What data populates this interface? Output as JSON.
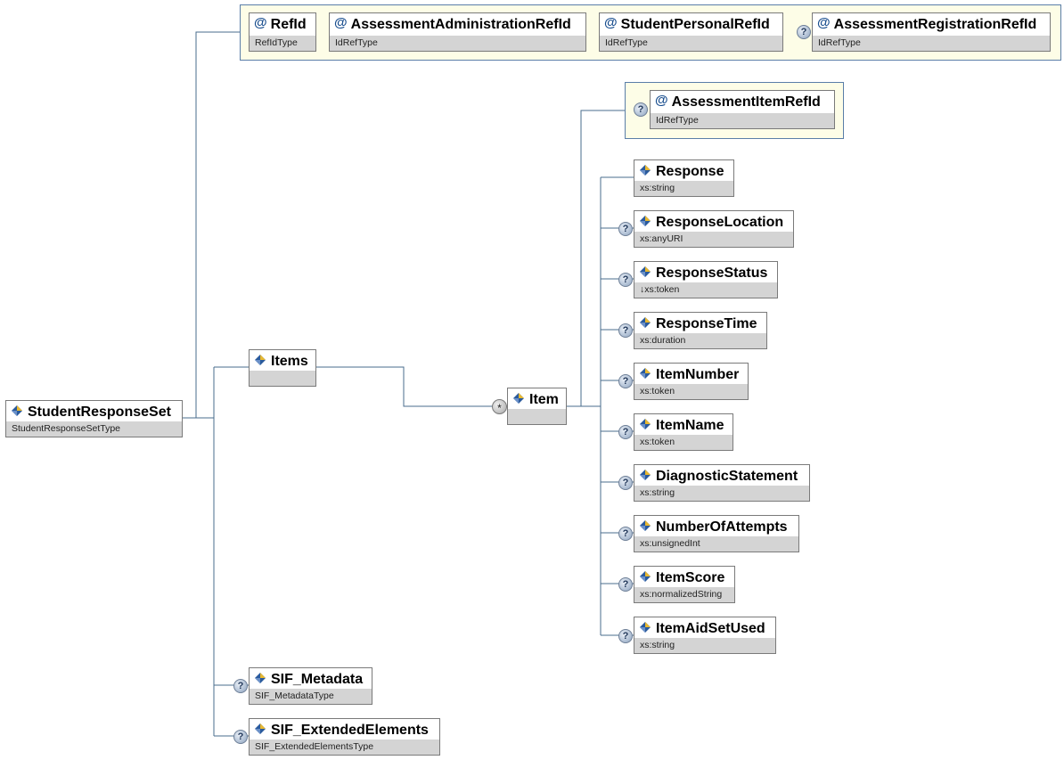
{
  "root": {
    "name": "StudentResponseSet",
    "type": "StudentResponseSetType"
  },
  "attributes": [
    {
      "name": "RefId",
      "type": "RefIdType",
      "optional": false
    },
    {
      "name": "AssessmentAdministrationRefId",
      "type": "IdRefType",
      "optional": false
    },
    {
      "name": "StudentPersonalRefId",
      "type": "IdRefType",
      "optional": false
    },
    {
      "name": "AssessmentRegistrationRefId",
      "type": "IdRefType",
      "optional": true
    }
  ],
  "items": {
    "name": "Items"
  },
  "item": {
    "name": "Item",
    "multiplicity": "*",
    "attribute": {
      "name": "AssessmentItemRefId",
      "type": "IdRefType",
      "optional": true
    },
    "children": [
      {
        "name": "Response",
        "type": "xs:string",
        "optional": false
      },
      {
        "name": "ResponseLocation",
        "type": "xs:anyURI",
        "optional": true
      },
      {
        "name": "ResponseStatus",
        "type": "↓xs:token",
        "optional": true
      },
      {
        "name": "ResponseTime",
        "type": "xs:duration",
        "optional": true
      },
      {
        "name": "ItemNumber",
        "type": "xs:token",
        "optional": true
      },
      {
        "name": "ItemName",
        "type": "xs:token",
        "optional": true
      },
      {
        "name": "DiagnosticStatement",
        "type": "xs:string",
        "optional": true
      },
      {
        "name": "NumberOfAttempts",
        "type": "xs:unsignedInt",
        "optional": true
      },
      {
        "name": "ItemScore",
        "type": "xs:normalizedString",
        "optional": true
      },
      {
        "name": "ItemAidSetUsed",
        "type": "xs:string",
        "optional": true
      }
    ]
  },
  "metadata": {
    "name": "SIF_Metadata",
    "type": "SIF_MetadataType"
  },
  "extended": {
    "name": "SIF_ExtendedElements",
    "type": "SIF_ExtendedElementsType"
  },
  "icons": {
    "attribute": "@",
    "optional": "?"
  },
  "colors": {
    "connector": "#4a6c8c",
    "group_fill": "#fdfde7",
    "type_bar": "#d4d4d4"
  }
}
